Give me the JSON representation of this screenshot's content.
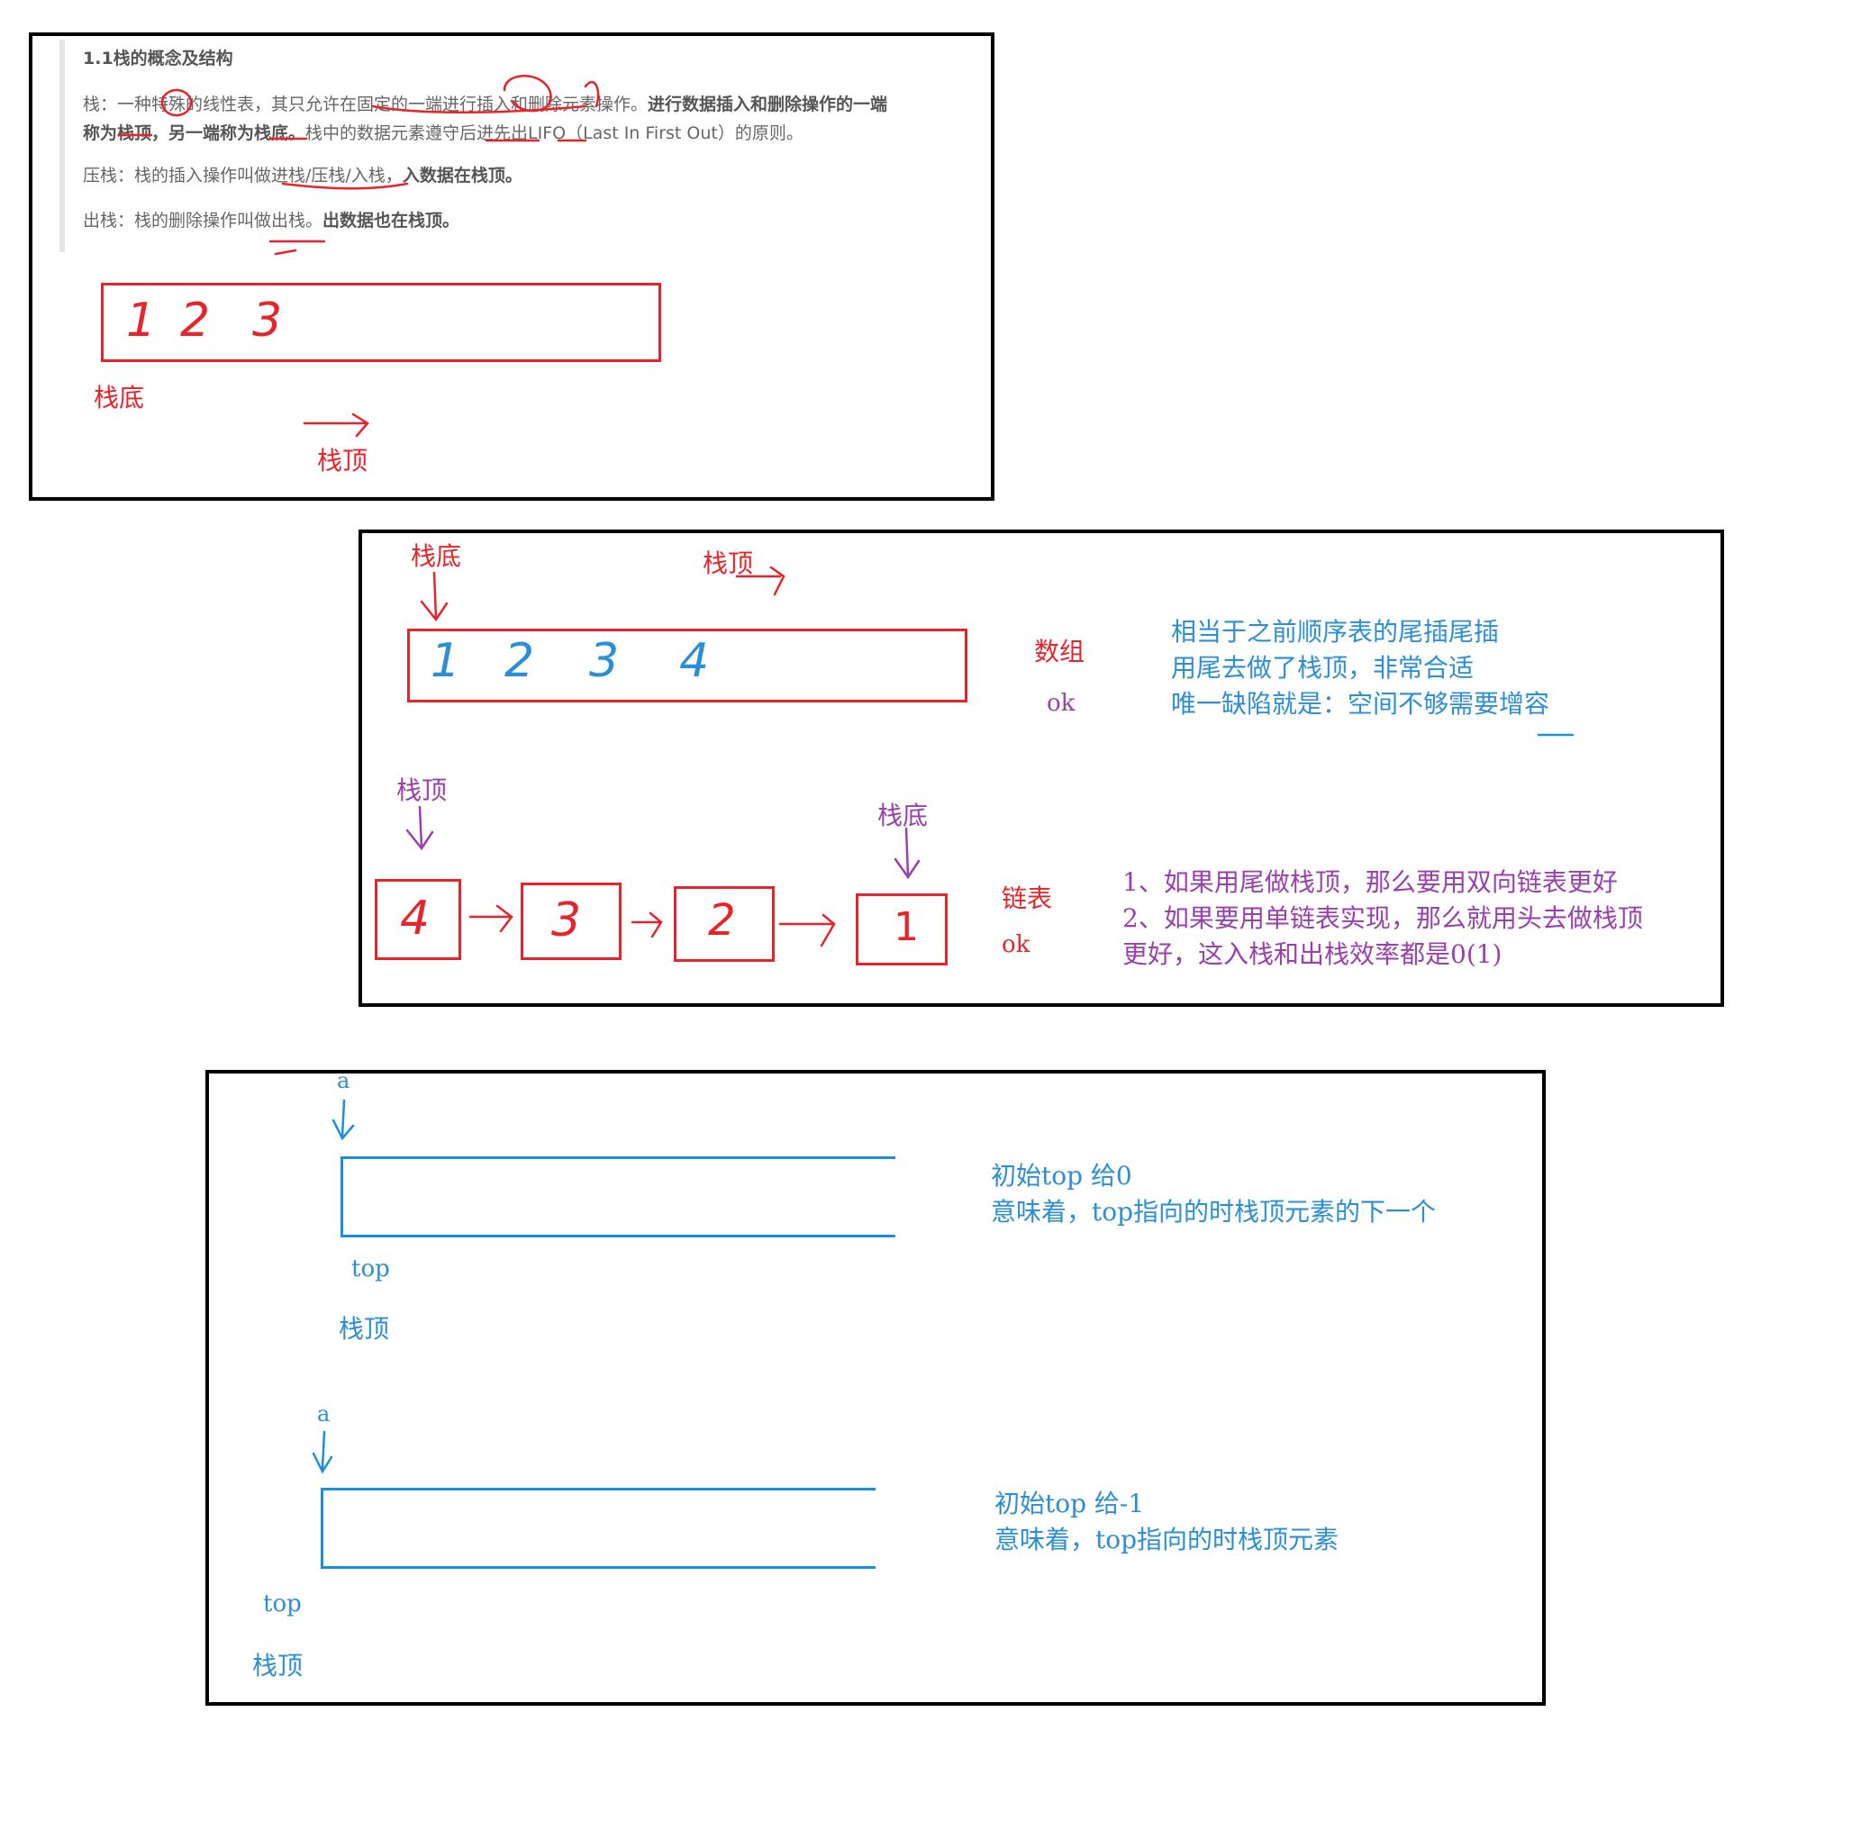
{
  "panel1": {
    "heading": "1.1栈的概念及结构",
    "para1": {
      "s1": "栈：一种特殊的线性表，其只允许在固定的一端进行插入和删除元素操作。",
      "s2": "进行数据插入和删除操作的一端",
      "s3": "称为栈顶，另一端称为栈底。",
      "s4": "栈中的数据元素遵守后进先出LIFO（Last In First Out）的原则。"
    },
    "para2": {
      "s1": "压栈：栈的插入操作叫做进栈/压栈/入栈，",
      "s2": "入数据在栈顶。"
    },
    "para3": {
      "s1": "出栈：栈的删除操作叫做出栈。",
      "s2": "出数据也在栈顶。"
    },
    "cells": [
      "1",
      "2",
      "3"
    ],
    "bottom_label": "栈底",
    "top_label": "栈顶"
  },
  "panel2": {
    "array_bottom_label": "栈底",
    "array_top_label": "栈顶",
    "array_cells": [
      "1",
      "2",
      "3",
      "4"
    ],
    "array_label": "数组",
    "array_ok": "ok",
    "array_notes": [
      "相当于之前顺序表的尾插尾插",
      "用尾去做了栈顶，非常合适",
      "唯一缺陷就是：空间不够需要增容"
    ],
    "list_top_label": "栈顶",
    "list_bottom_label": "栈底",
    "list_nodes": [
      "4",
      "3",
      "2",
      "1"
    ],
    "list_label": "链表",
    "list_ok": "ok",
    "list_notes": [
      "1、如果用尾做栈顶，那么要用双向链表更好",
      "2、如果要用单链表实现，那么就用头去做栈顶",
      "更好，这入栈和出栈效率都是0(1)"
    ]
  },
  "panel3": {
    "case1": {
      "a": "a",
      "top": "top",
      "zhanding": "栈顶",
      "note1": "初始top 给0",
      "note2": "意味着，top指向的时栈顶元素的下一个"
    },
    "case2": {
      "a": "a",
      "top": "top",
      "zhanding": "栈顶",
      "note1": "初始top 给-1",
      "note2": "意味着，top指向的时栈顶元素"
    }
  },
  "colors": {
    "red": "#e8242b",
    "blue": "#2c8fd6",
    "purple": "#9a3fb0"
  }
}
